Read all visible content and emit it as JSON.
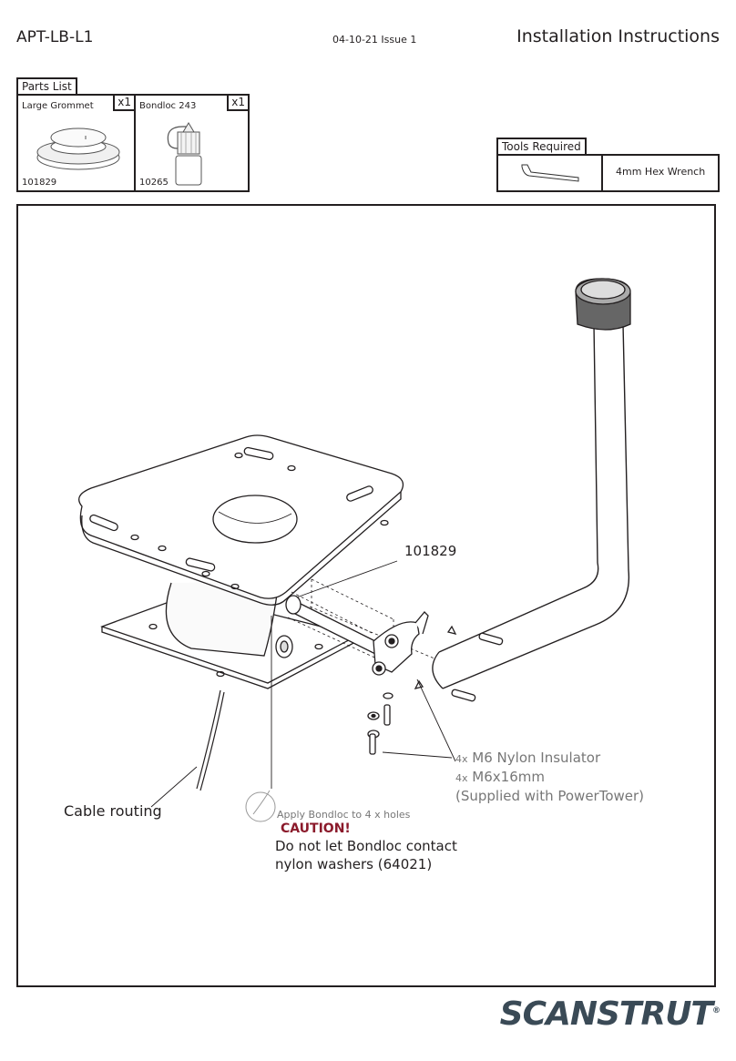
{
  "header": {
    "doc_code": "APT-LB-L1",
    "issue": "04-10-21 Issue 1",
    "title": "Installation Instructions"
  },
  "parts_list": {
    "label": "Parts List",
    "items": [
      {
        "name": "Large Grommet",
        "qty": "x1",
        "code": "101829"
      },
      {
        "name": "Bondloc 243",
        "qty": "x1",
        "code": "10265"
      }
    ]
  },
  "tools_required": {
    "label": "Tools Required",
    "items": [
      {
        "name": "4mm Hex Wrench",
        "icon": "hex-wrench-icon"
      }
    ]
  },
  "diagram": {
    "part_callout": "101829",
    "insulator": {
      "qty": "4x",
      "name": "M6 Nylon Insulator"
    },
    "screw": {
      "qty": "4x",
      "name": "M6x16mm"
    },
    "supplied_note": "(Supplied with PowerTower)",
    "cable_routing": "Cable routing",
    "bondloc_note": "Apply Bondloc to 4 x holes",
    "caution_title": "CAUTION!",
    "caution_line1": "Do not let Bondloc contact",
    "caution_line2": "nylon washers (64021)"
  },
  "footer": {
    "brand": "SCANSTRUT",
    "mark": "®"
  }
}
